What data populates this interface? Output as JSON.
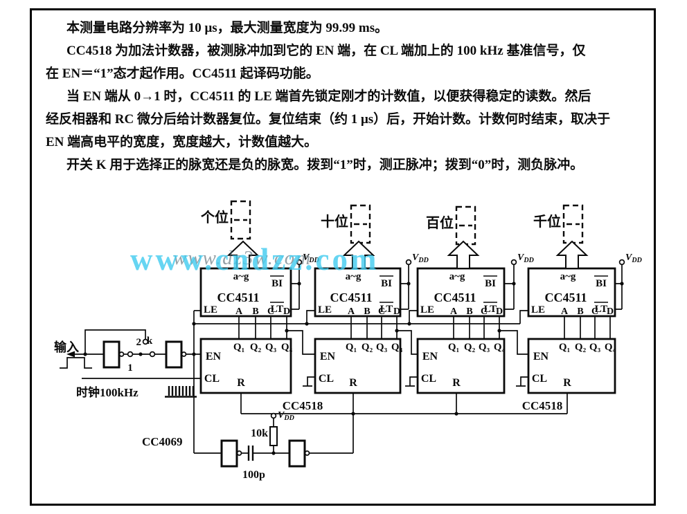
{
  "document": {
    "paragraph_lines": [
      {
        "indent": true,
        "text": "本测量电路分辨率为 10 μs，最大测量宽度为 99.99 ms。"
      },
      {
        "indent": true,
        "text": "CC4518 为加法计数器，被测脉冲加到它的 EN 端，在 CL 端加上的 100 kHz 基准信号，仅"
      },
      {
        "indent": false,
        "text": "在 EN＝“1”态才起作用。CC4511 起译码功能。"
      },
      {
        "indent": true,
        "text": "当 EN 端从 0→1 时，CC4511 的 LE 端首先锁定刚才的计数值，以便获得稳定的读数。然后"
      },
      {
        "indent": false,
        "text": "经反相器和 RC 微分后给计数器复位。复位结束（约 1 μs）后，开始计数。计数何时结束，取决于"
      },
      {
        "indent": false,
        "text": "EN 端高电平的宽度，宽度越大，计数值越大。"
      },
      {
        "indent": true,
        "text": "开关 K 用于选择正的脉宽还是负的脉宽。拨到“1”时，测正脉冲；拨到“0”时，测负脉冲。"
      }
    ]
  },
  "watermark": {
    "small_text": "www.dz3w.com",
    "large_text": "www.cndzz.com",
    "color": "#45cdf0"
  },
  "diagram": {
    "input_label": "输入",
    "clock_label": "时钟100kHz",
    "switch": {
      "name": "k",
      "top_terminal": "2",
      "bottom_terminal": "1"
    },
    "inverter_chip_label": "CC4069",
    "resistor_value": "10k",
    "capacitor_value": "100p",
    "vdd": {
      "base": "V",
      "sub": "DD"
    },
    "counter_row_label_left": "CC4518",
    "counter_row_label_right": "CC4518",
    "displays": [
      {
        "label": "个位"
      },
      {
        "label": "十位"
      },
      {
        "label": "百位"
      },
      {
        "label": "千位"
      }
    ],
    "decoder": {
      "name": "CC4511",
      "pins": {
        "seg": "a~g",
        "bi": "BI",
        "lt": "LT",
        "le": "LE",
        "a": "A",
        "b": "B",
        "c": "C",
        "d": "D"
      }
    },
    "counter": {
      "name": "CC4518",
      "pins": {
        "en": "EN",
        "cl": "CL",
        "r": "R",
        "q1": "Q₁",
        "q2": "Q₂",
        "q3": "Q₃",
        "q4": "Q₄"
      }
    }
  }
}
